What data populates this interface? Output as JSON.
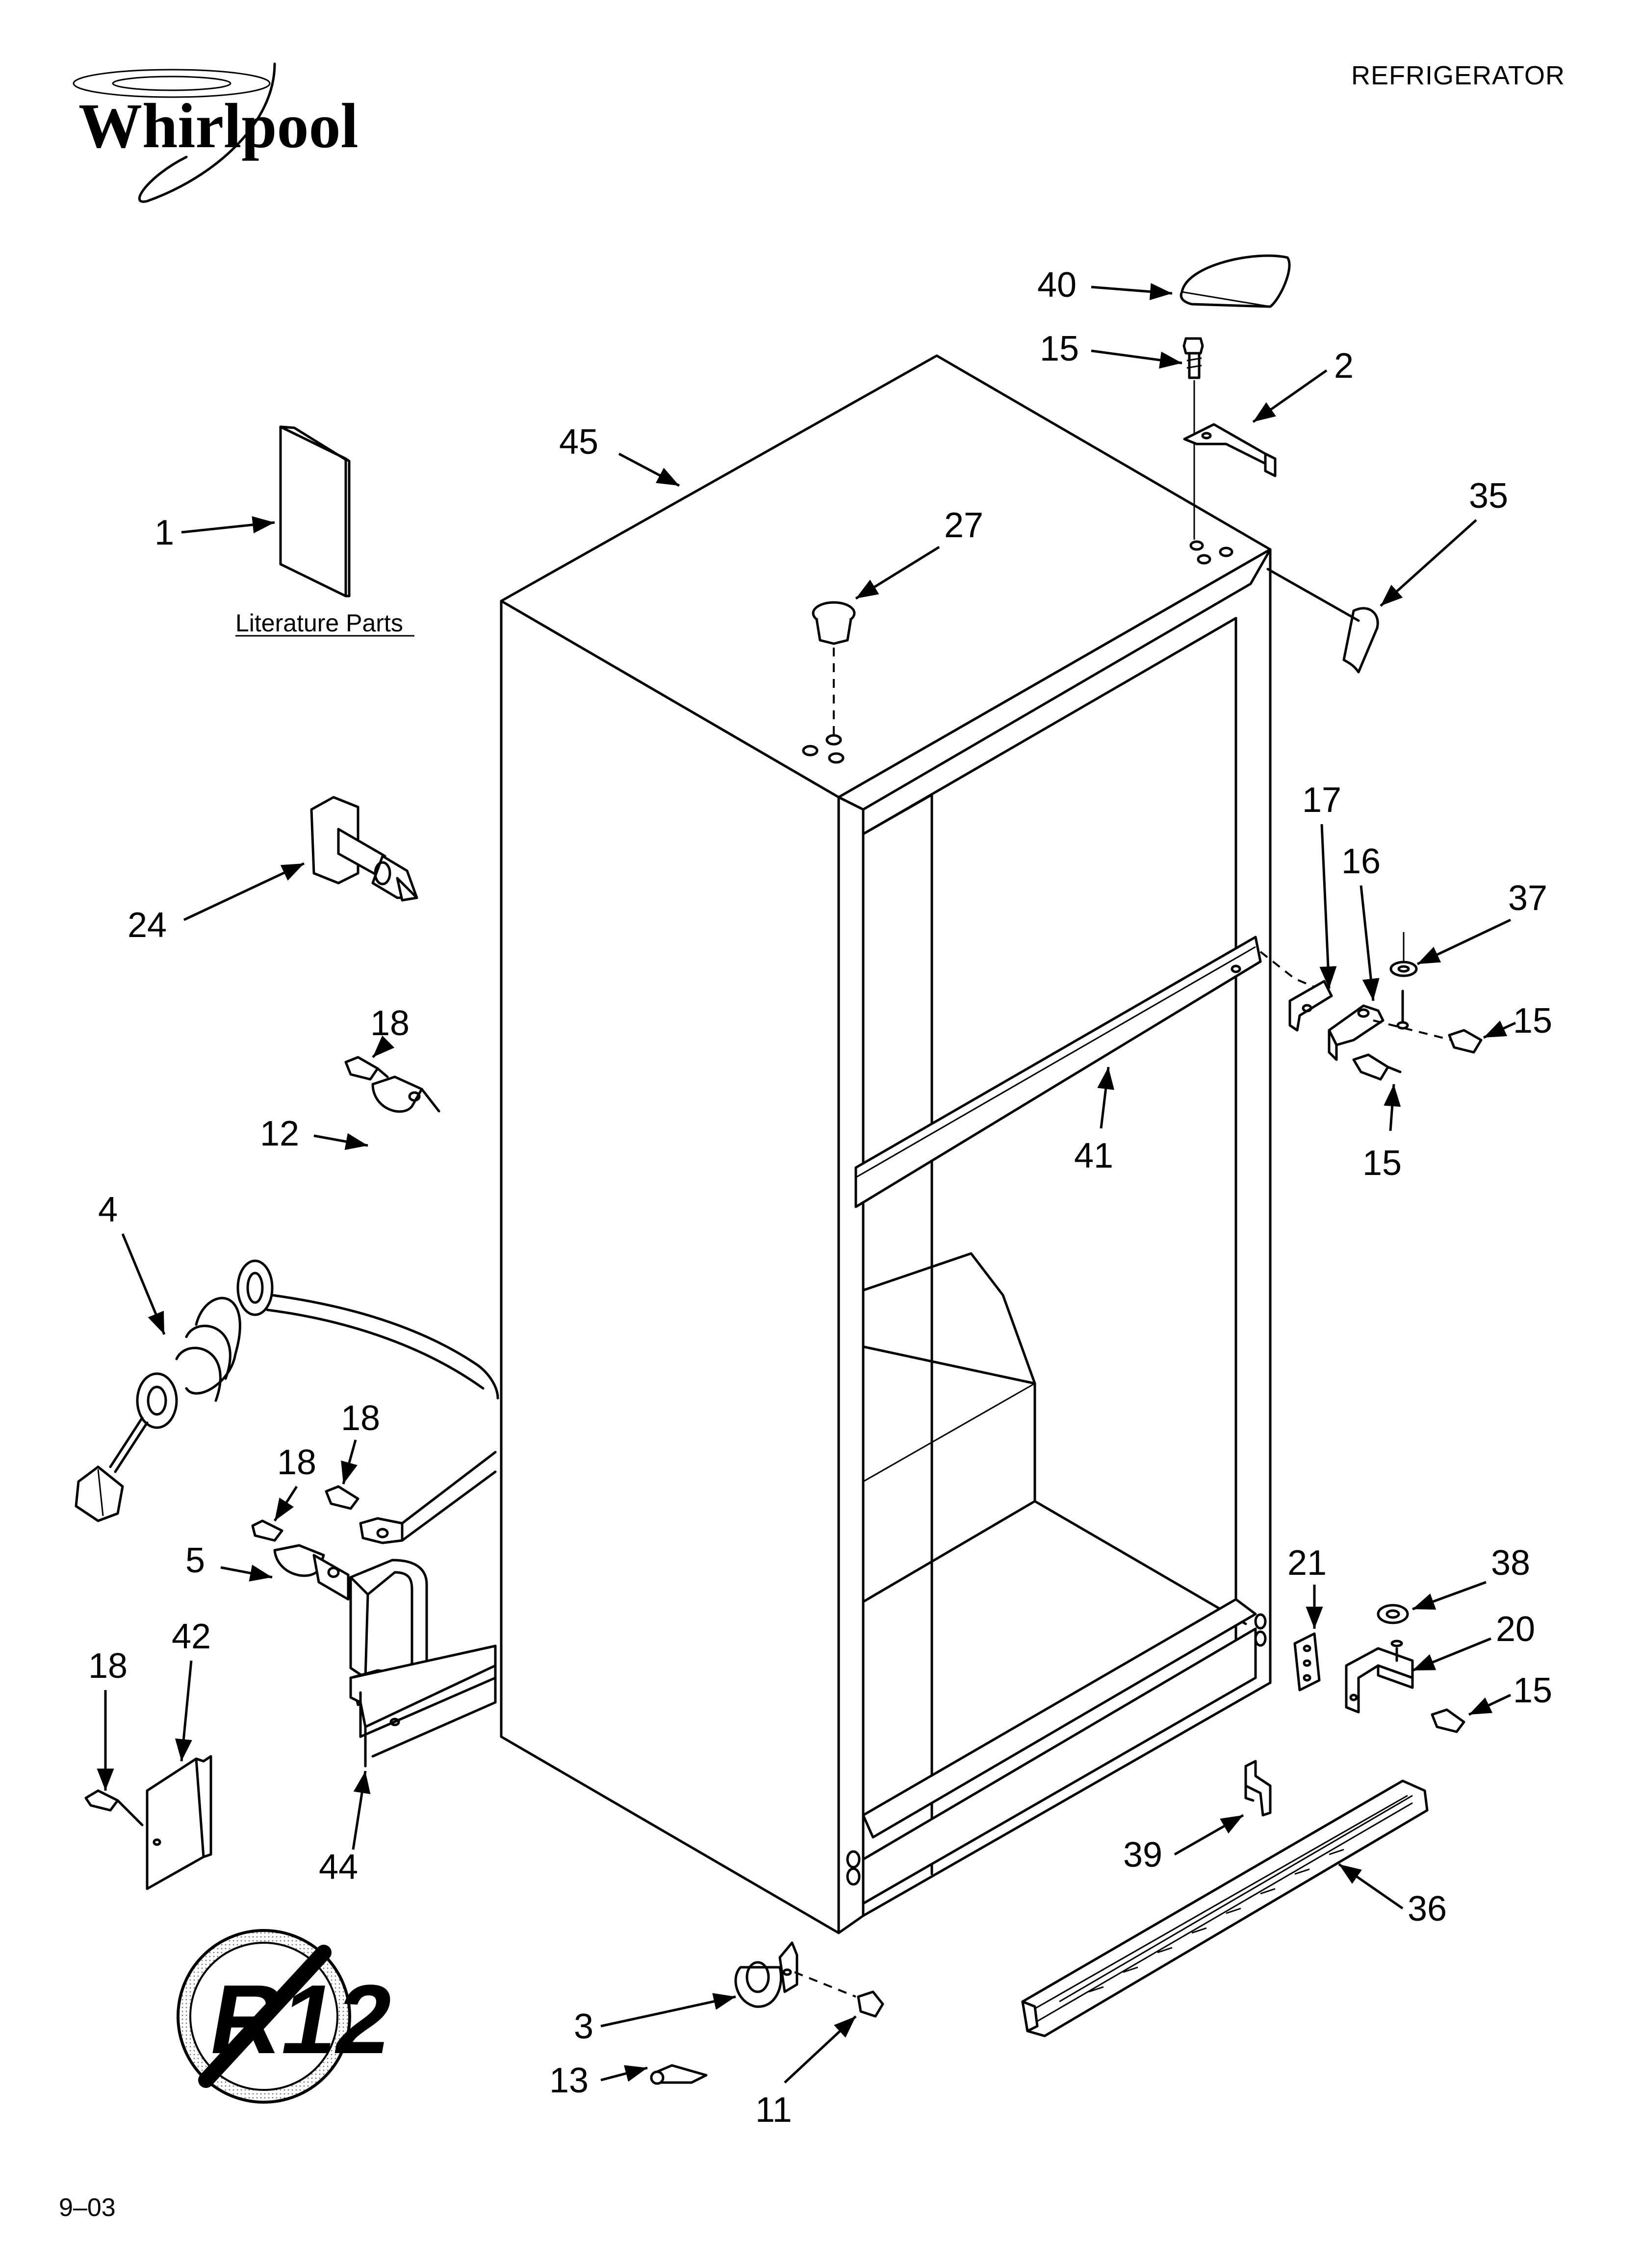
{
  "brand": {
    "logo_text": "Whirlpool"
  },
  "header": {
    "category": "REFRIGERATOR"
  },
  "literature": {
    "caption": "Literature Parts"
  },
  "badge": {
    "text": "R12"
  },
  "footer": {
    "date_code": "9–03"
  },
  "callouts": [
    {
      "id": "c40",
      "text": "40"
    },
    {
      "id": "c15a",
      "text": "15"
    },
    {
      "id": "c2",
      "text": "2"
    },
    {
      "id": "c45",
      "text": "45"
    },
    {
      "id": "c35",
      "text": "35"
    },
    {
      "id": "c1",
      "text": "1"
    },
    {
      "id": "c27",
      "text": "27"
    },
    {
      "id": "c17",
      "text": "17"
    },
    {
      "id": "c16",
      "text": "16"
    },
    {
      "id": "c37",
      "text": "37"
    },
    {
      "id": "c24",
      "text": "24"
    },
    {
      "id": "c18a",
      "text": "18"
    },
    {
      "id": "c15b",
      "text": "15"
    },
    {
      "id": "c12",
      "text": "12"
    },
    {
      "id": "c41",
      "text": "41"
    },
    {
      "id": "c15c",
      "text": "15"
    },
    {
      "id": "c4",
      "text": "4"
    },
    {
      "id": "c18b",
      "text": "18"
    },
    {
      "id": "c18c",
      "text": "18"
    },
    {
      "id": "c5",
      "text": "5"
    },
    {
      "id": "c21",
      "text": "21"
    },
    {
      "id": "c38",
      "text": "38"
    },
    {
      "id": "c20",
      "text": "20"
    },
    {
      "id": "c42",
      "text": "42"
    },
    {
      "id": "c18d",
      "text": "18"
    },
    {
      "id": "c15d",
      "text": "15"
    },
    {
      "id": "c39",
      "text": "39"
    },
    {
      "id": "c44",
      "text": "44"
    },
    {
      "id": "c36",
      "text": "36"
    },
    {
      "id": "c3",
      "text": "3"
    },
    {
      "id": "c13",
      "text": "13"
    },
    {
      "id": "c11",
      "text": "11"
    }
  ]
}
